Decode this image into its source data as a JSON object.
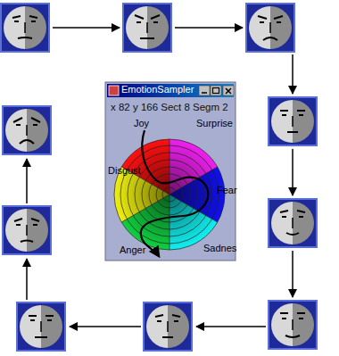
{
  "diagram": {
    "nodes": [
      {
        "text": [
          "EmotionSampler",
          "x 82 y 166 Sect 8 Segm 2"
        ]
      }
    ],
    "labels": [
      "Joy",
      "Surprise",
      "Fear",
      "Sadnes",
      "Anger",
      "Disgust"
    ]
  }
}
